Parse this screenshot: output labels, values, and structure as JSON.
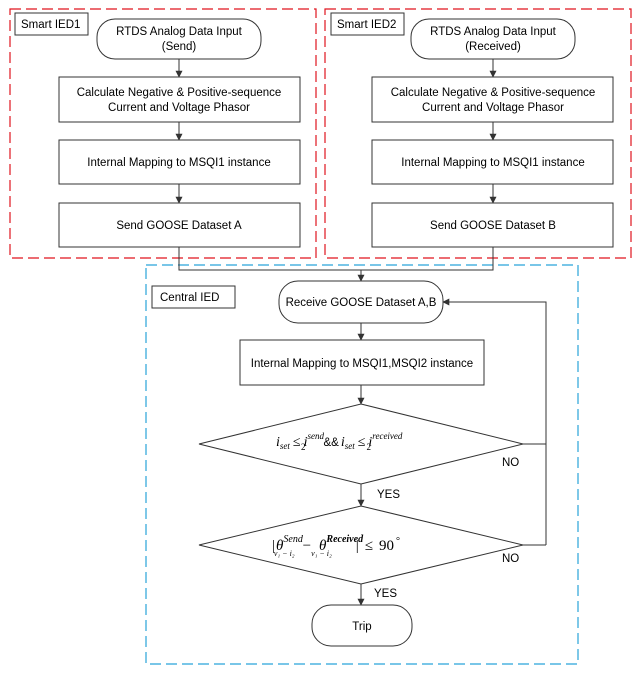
{
  "colors": {
    "smart_ied_border": "#e0141e",
    "central_ied_border": "#29a3d9",
    "node_stroke": "#333333",
    "text": "#000000"
  },
  "smart_ied1": {
    "title": "Smart IED1",
    "input_line1": "RTDS Analog Data Input",
    "input_line2": "(Send)",
    "calc_line1": "Calculate Negative & Positive-sequence",
    "calc_line2": "Current and Voltage Phasor",
    "mapping": "Internal Mapping to MSQI1 instance",
    "send": "Send GOOSE Dataset A"
  },
  "smart_ied2": {
    "title": "Smart IED2",
    "input_line1": "RTDS Analog Data Input",
    "input_line2": "(Received)",
    "calc_line1": "Calculate Negative & Positive-sequence",
    "calc_line2": "Current and Voltage Phasor",
    "mapping": "Internal Mapping to MSQI1 instance",
    "send": "Send GOOSE Dataset B"
  },
  "central_ied": {
    "title": "Central IED",
    "receive": "Receive GOOSE Dataset A,B",
    "mapping": "Internal Mapping to MSQI1,MSQI2 instance",
    "decision1": {
      "i": "i",
      "set": "set",
      "leq": "≤",
      "sup_send": "send",
      "two": "2",
      "and": "&&",
      "sup_received": "received"
    },
    "decision2": {
      "bar": "|",
      "theta": "θ",
      "sup_send": "Send",
      "sup_received": "Received",
      "sub": "v₁ − i₂",
      "minus": "−",
      "leq": "≤",
      "value": "90",
      "degree": "°"
    },
    "yes1": "YES",
    "no1": "NO",
    "yes2": "YES",
    "no2": "NO",
    "trip": "Trip"
  }
}
